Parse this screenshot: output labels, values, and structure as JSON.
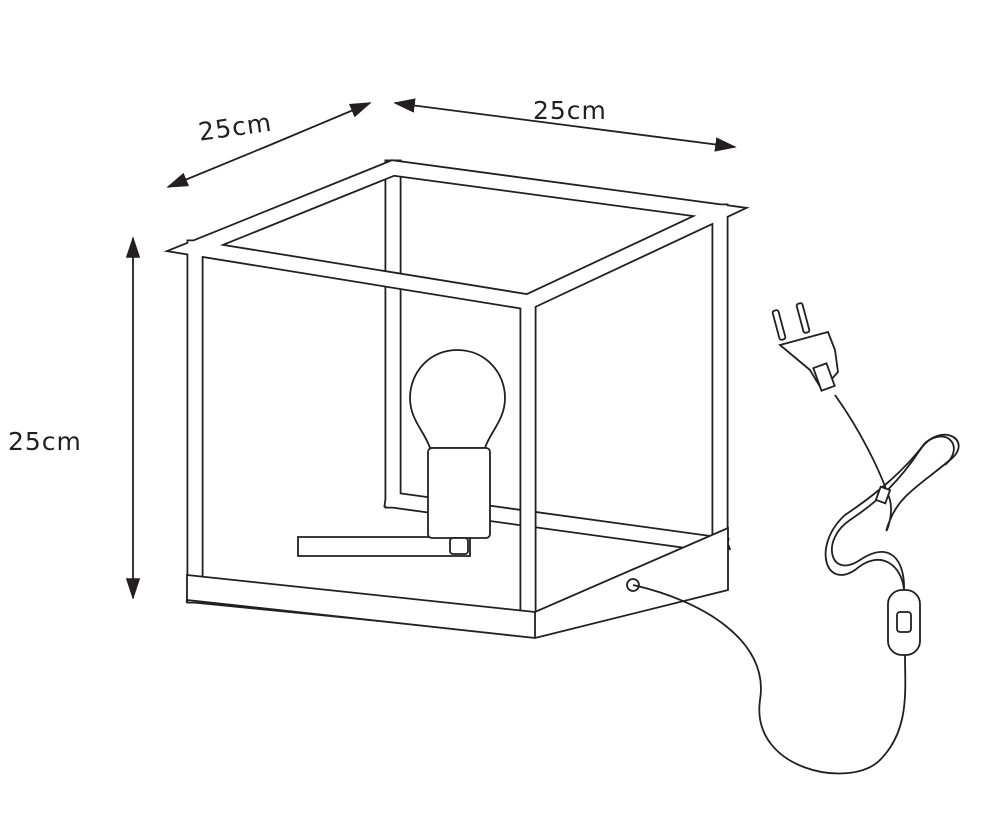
{
  "dimensions": {
    "depth_label": "25cm",
    "width_label": "25cm",
    "height_label": "25cm"
  },
  "colors": {
    "line": "#231f20",
    "background": "#ffffff"
  }
}
